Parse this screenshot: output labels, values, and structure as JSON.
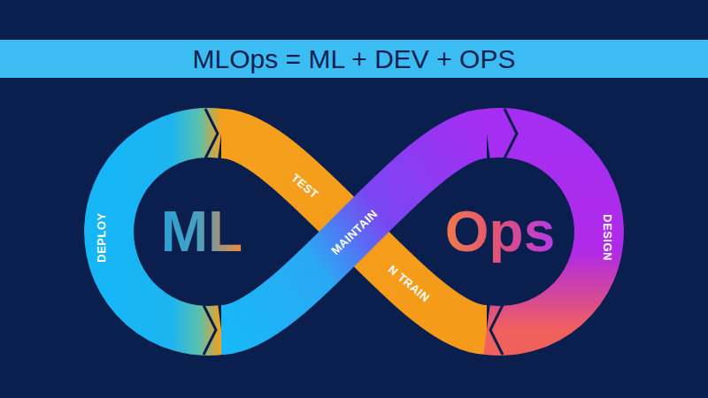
{
  "diagram": {
    "title": "MLOps = ML + DEV + OPS",
    "labels": [
      "ML",
      "Ops",
      "DEPLOY",
      "TEST",
      "MAINTAIN",
      "N TRAIN",
      "DESIGN"
    ]
  }
}
